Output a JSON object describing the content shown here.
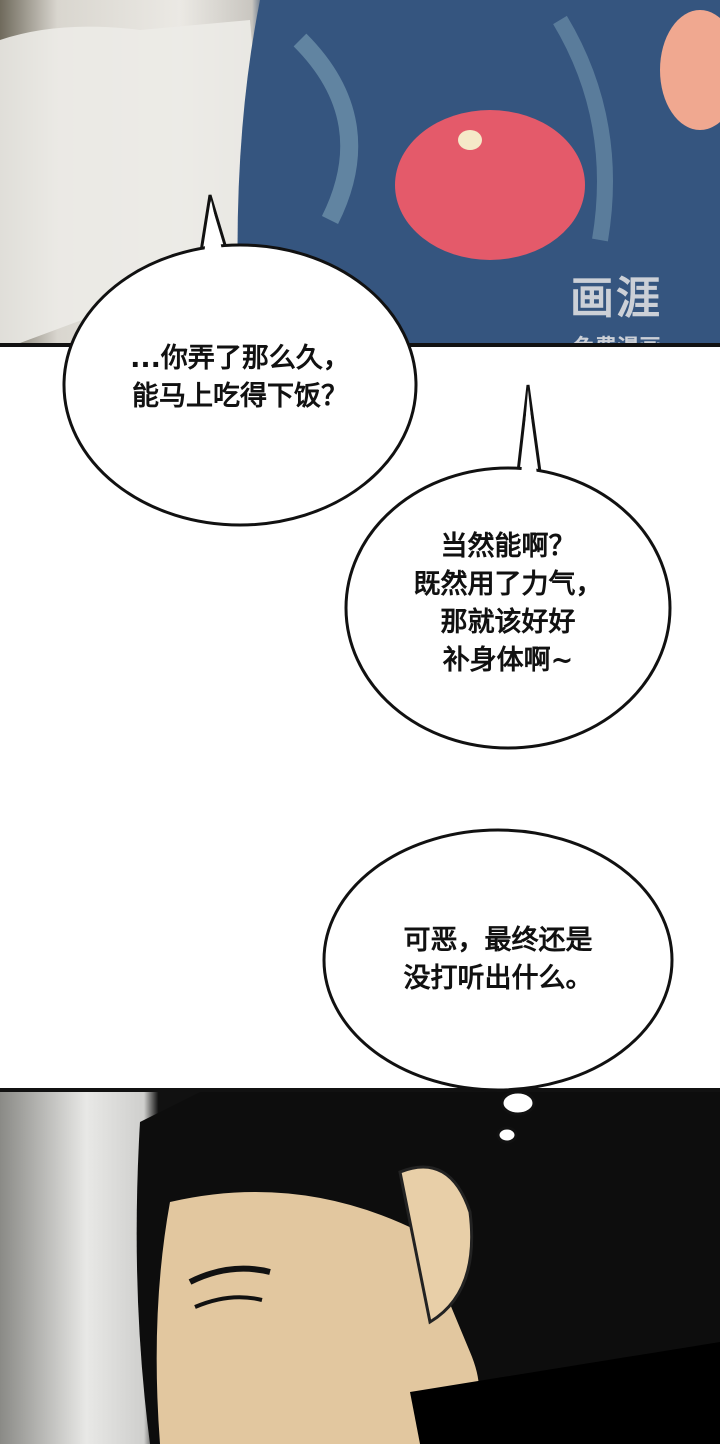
{
  "watermark": {
    "logo": "画涯",
    "subtitle": "免费漫画"
  },
  "bubbles": [
    {
      "lines": [
        "...你弄了那么久，",
        "能马上吃得下饭？"
      ]
    },
    {
      "lines": [
        "当然能啊？",
        "既然用了力气，",
        "那就该好好",
        "补身体啊~"
      ]
    },
    {
      "lines": [
        "可恶，最终还是",
        "没打听出什么。"
      ]
    }
  ]
}
